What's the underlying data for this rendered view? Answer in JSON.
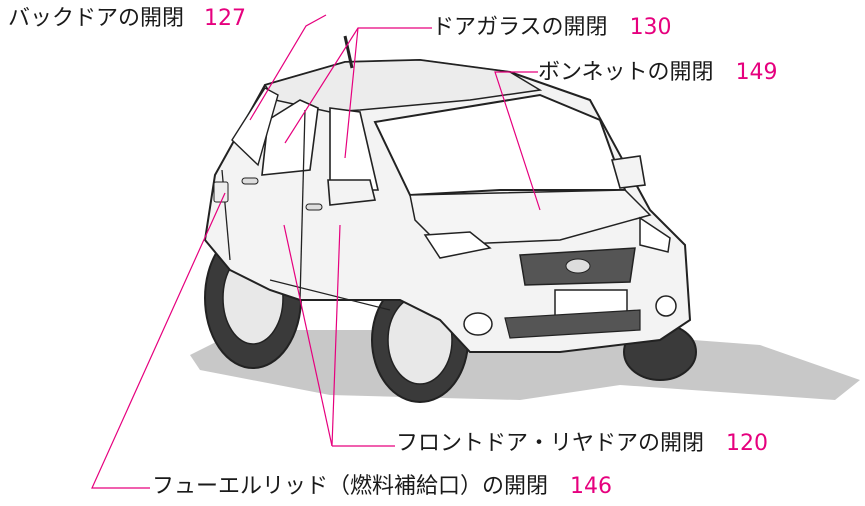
{
  "callouts": {
    "back_door": {
      "label": "バックドアの開閉",
      "page": "127"
    },
    "door_glass": {
      "label": "ドアガラスの開閉",
      "page": "130"
    },
    "bonnet": {
      "label": "ボンネットの開閉",
      "page": "149"
    },
    "front_rear_door": {
      "label": "フロントドア・リヤドアの開閉",
      "page": "120"
    },
    "fuel_lid": {
      "label": "フューエルリッド（燃料補給口）の開閉",
      "page": "146"
    }
  },
  "colors": {
    "leader": "#e6007e",
    "page_number": "#e6007e",
    "text": "#1a1a1a",
    "outline": "#222222",
    "shadow": "#c8c8c8"
  }
}
